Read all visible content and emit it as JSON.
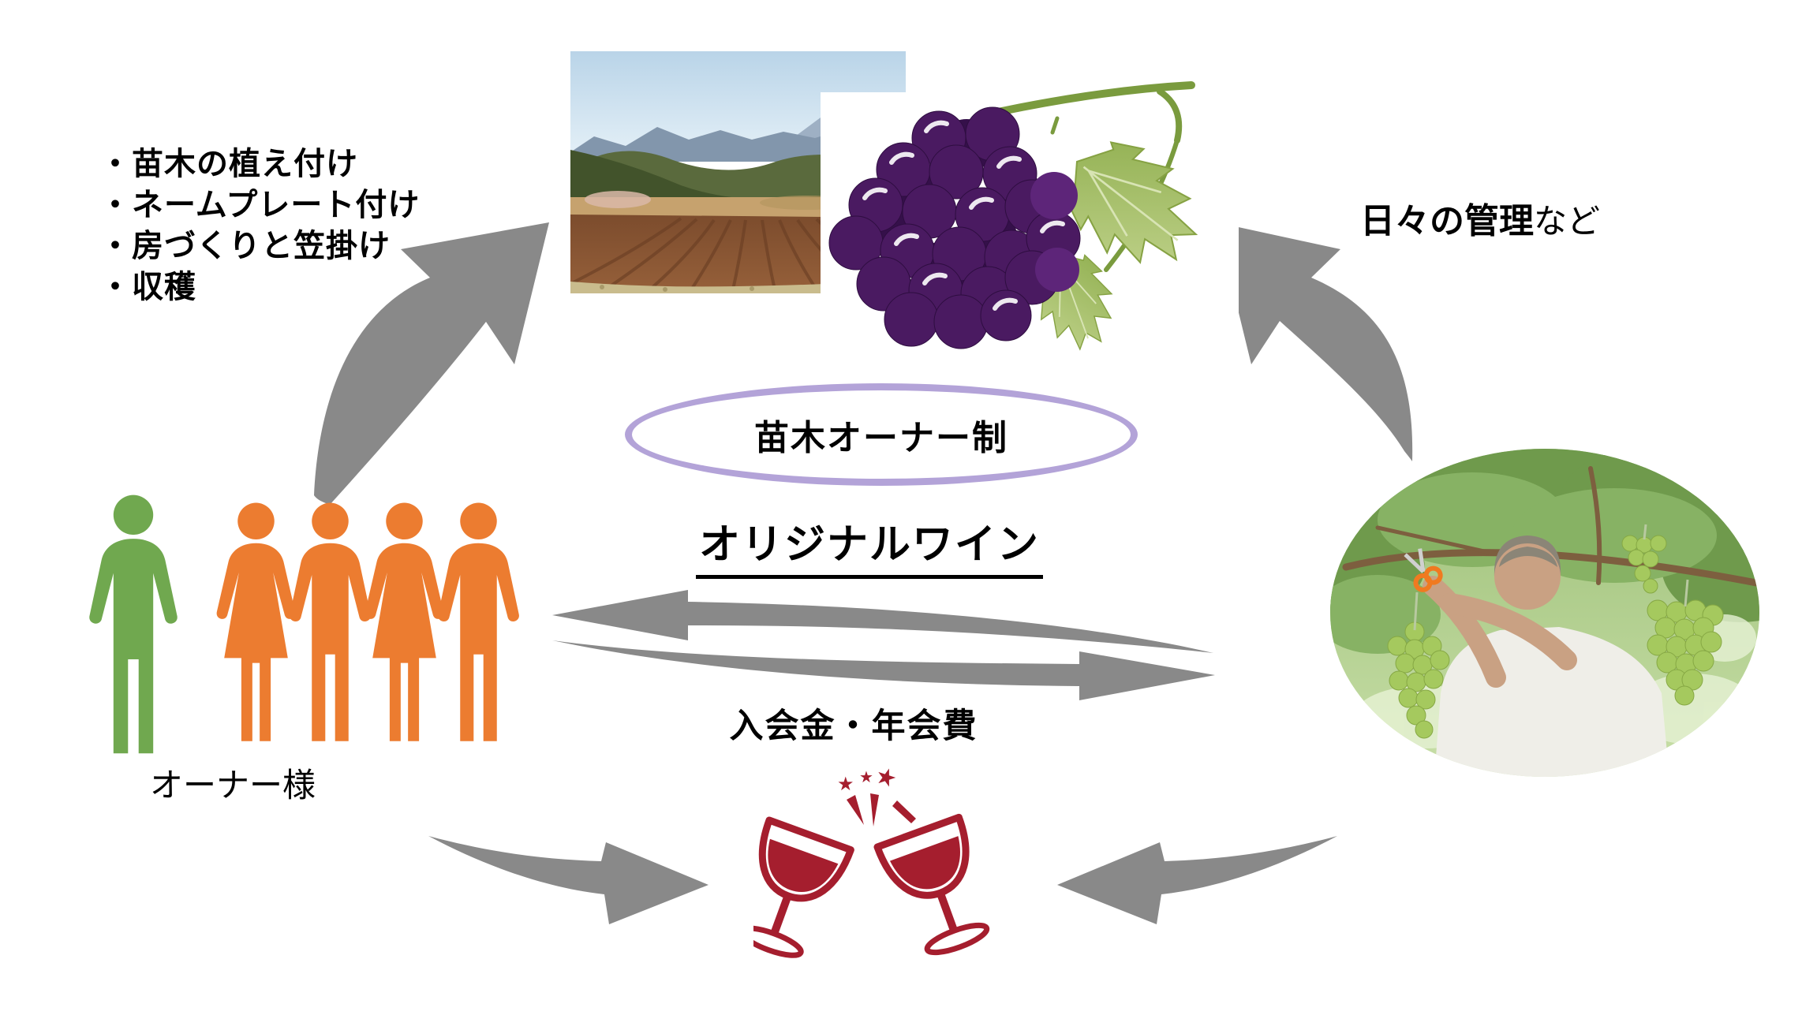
{
  "title": "苗木オーナー制 cycle diagram",
  "colors": {
    "arrow_gray": "#898989",
    "ellipse_border": "#b3a3d8",
    "owner_green": "#70a84f",
    "owner_orange": "#ec7c30",
    "wine_red": "#a51e2e",
    "grape_purple": "#4a1a61",
    "leaf_green": "#9bb558",
    "text_black": "#000000"
  },
  "activities": {
    "items": [
      "・苗木の植え付け",
      "・ネームプレート付け",
      "・房づくりと笠掛け",
      "・収穫"
    ]
  },
  "management": {
    "bold": "日々の管理",
    "suffix": "など"
  },
  "center": {
    "system": "苗木オーナー制",
    "wine": "オリジナルワイン",
    "fee": "入会金・年会費"
  },
  "owners": {
    "label": "オーナー様"
  },
  "icons": {
    "vineyard_photo": "vineyard-field-photo",
    "grapes": "grape-bunch-illustration",
    "farmer_photo": "farmer-tending-grapes-photo",
    "wine_glasses": "clinking-wine-glasses-illustration",
    "owners_group": "owner-people-icons",
    "cycle_arrows": "gray-cycle-arrows"
  }
}
